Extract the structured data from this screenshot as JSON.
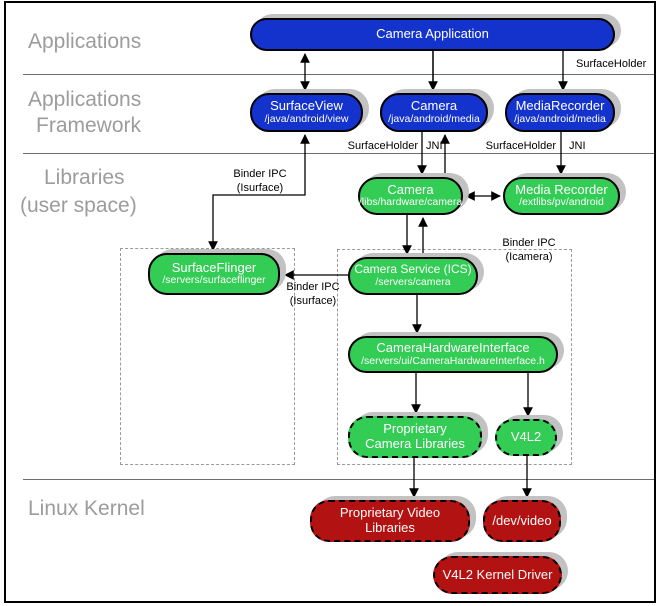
{
  "colors": {
    "blue": "#1433cc",
    "green": "#33cc55",
    "red": "#b31212",
    "shadow": "#c2c2c2",
    "gray_label": "#9c9c9c"
  },
  "layers": [
    {
      "lines": [
        "Applications"
      ]
    },
    {
      "lines": [
        "Applications",
        "Framework"
      ]
    },
    {
      "lines": [
        "Libraries",
        "(user space)"
      ]
    },
    {
      "lines": [
        "Linux Kernel"
      ]
    }
  ],
  "nodes": {
    "camera_application": {
      "title": "Camera Application"
    },
    "surface_view": {
      "title": "SurfaceView",
      "path": "/java/android/view"
    },
    "camera_api": {
      "title": "Camera",
      "path": "/java/android/media"
    },
    "media_recorder_api": {
      "title": "MediaRecorder",
      "path": "/java/android/media"
    },
    "camera_lib": {
      "title": "Camera",
      "path": "/libs/hardware/camera"
    },
    "media_recorder_lib": {
      "title": "Media Recorder",
      "path": "/extlibs/pv/android"
    },
    "surface_flinger": {
      "title": "SurfaceFlinger",
      "path": "/servers/surfaceflinger"
    },
    "camera_service": {
      "title": "Camera Service (ICS)",
      "path": "/servers/camera"
    },
    "camera_hardware_interface": {
      "title": "CameraHardwareInterface",
      "path": "/servers/ui/CameraHardwareInterface.h"
    },
    "proprietary_camera_libraries": {
      "title": "Proprietary Camera Libraries"
    },
    "v4l2": {
      "title": "V4L2"
    },
    "proprietary_video_libraries": {
      "title": "Proprietary Video Libraries"
    },
    "dev_video": {
      "title": "/dev/video"
    },
    "v4l2_kernel_driver": {
      "title": "V4L2 Kernel Driver"
    }
  },
  "edge_labels": {
    "surface_holder_top": "SurfaceHolder",
    "surface_holder_camera": "SurfaceHolder",
    "jni_camera": "JNI",
    "surface_holder_recorder": "SurfaceHolder",
    "jni_recorder": "JNI",
    "binder_ipc_isurface_view": {
      "l1": "Binder IPC",
      "l2": "(Isurface)"
    },
    "binder_ipc_isurface_service": {
      "l1": "Binder IPC",
      "l2": "(Isurface)"
    },
    "binder_ipc_icamera": {
      "l1": "Binder IPC",
      "l2": "(Icamera)"
    }
  }
}
